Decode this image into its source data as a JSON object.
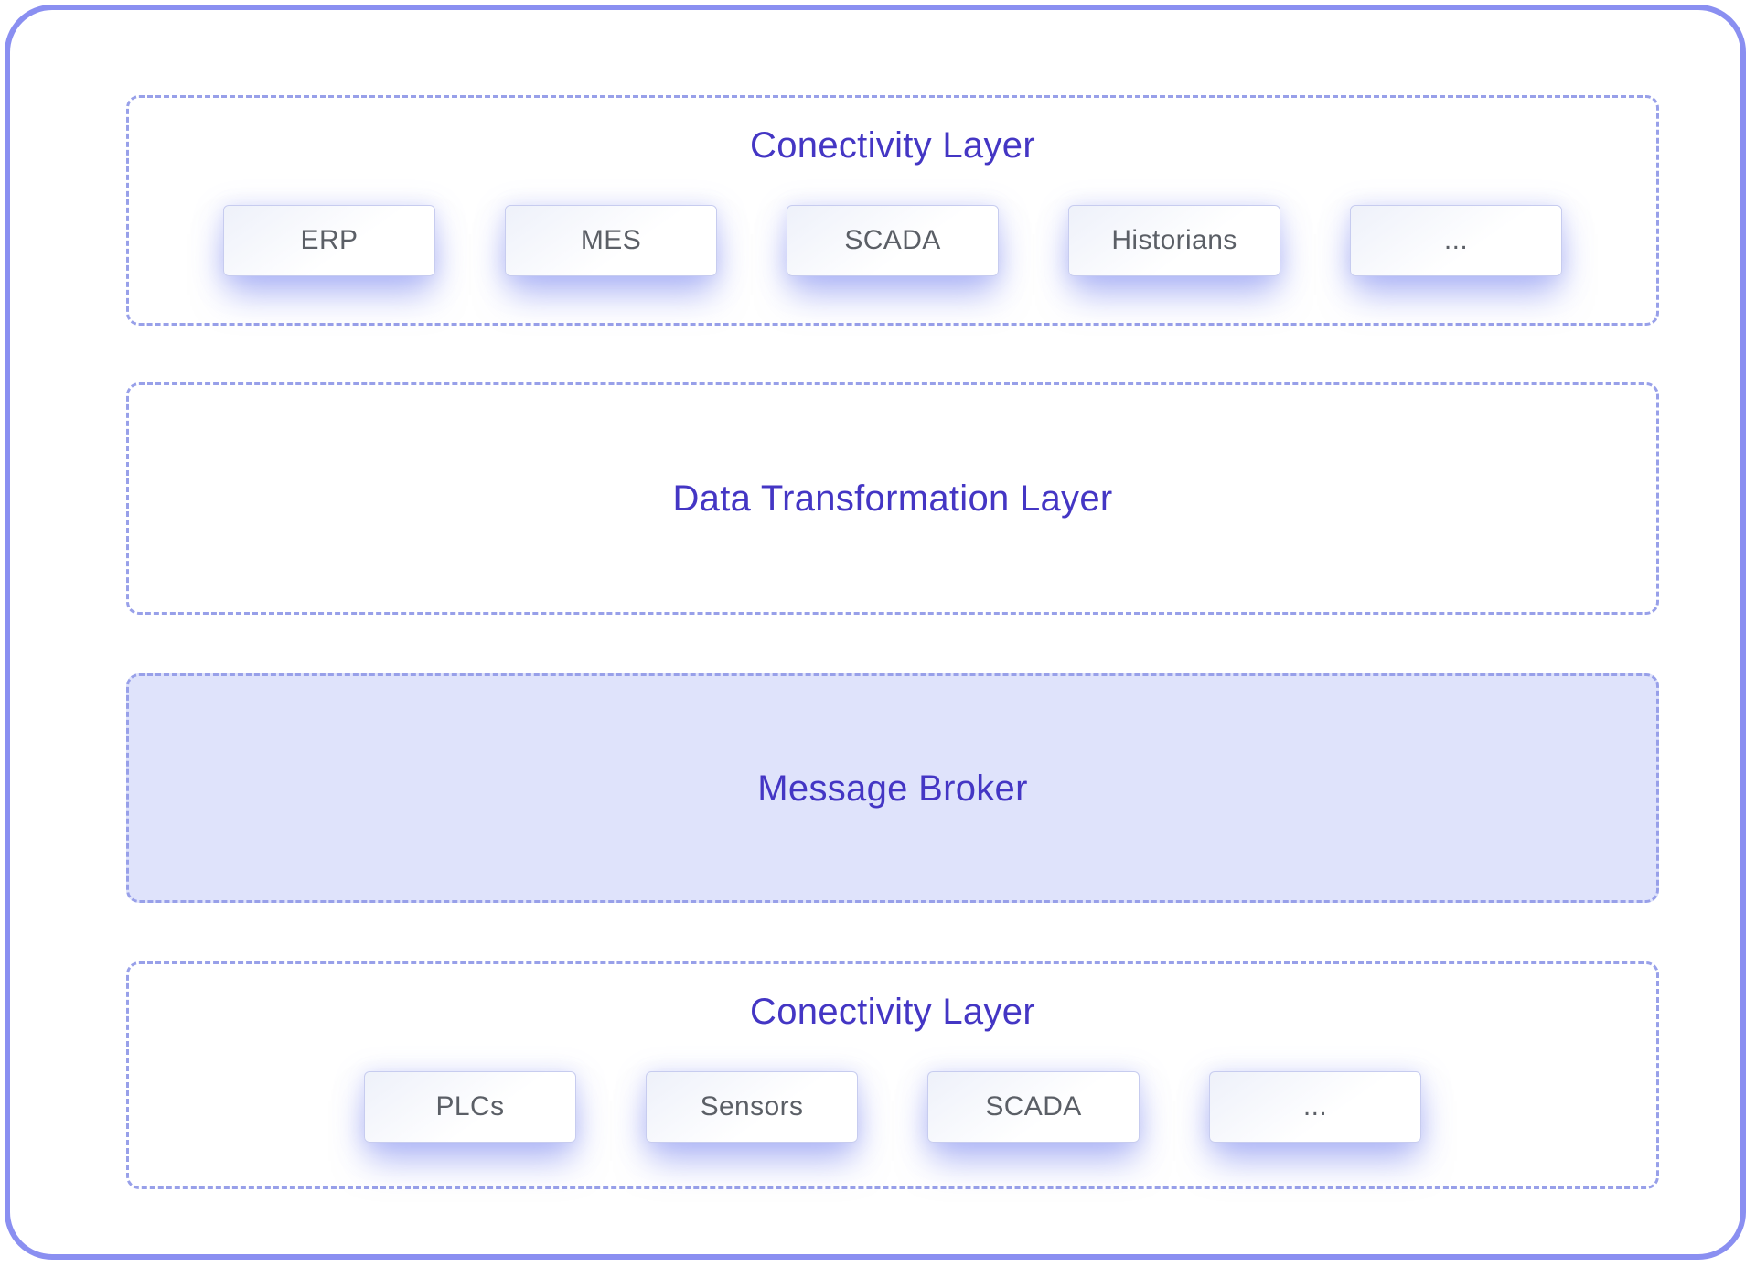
{
  "diagram": {
    "type": "layered-architecture",
    "layers": [
      {
        "id": "connectivity-top",
        "title": "Conectivity Layer",
        "items": [
          "ERP",
          "MES",
          "SCADA",
          "Historians",
          "..."
        ]
      },
      {
        "id": "data-transformation",
        "title": "Data Transformation Layer",
        "items": []
      },
      {
        "id": "message-broker",
        "title": "Message Broker",
        "items": []
      },
      {
        "id": "connectivity-bottom",
        "title": "Conectivity Layer",
        "items": [
          "PLCs",
          "Sensors",
          "SCADA",
          "..."
        ]
      }
    ],
    "colors": {
      "outer_frame_border": "#8a8ff1",
      "dashed_band_border": "#98a0e9",
      "layer_title_text": "#4436c4",
      "message_broker_fill": "#dfe3fb",
      "chip_border": "#c7ccef",
      "chip_text": "#5b5f66",
      "chip_glow": "rgba(130,141,242,0.5)",
      "background": "#ffffff"
    }
  }
}
